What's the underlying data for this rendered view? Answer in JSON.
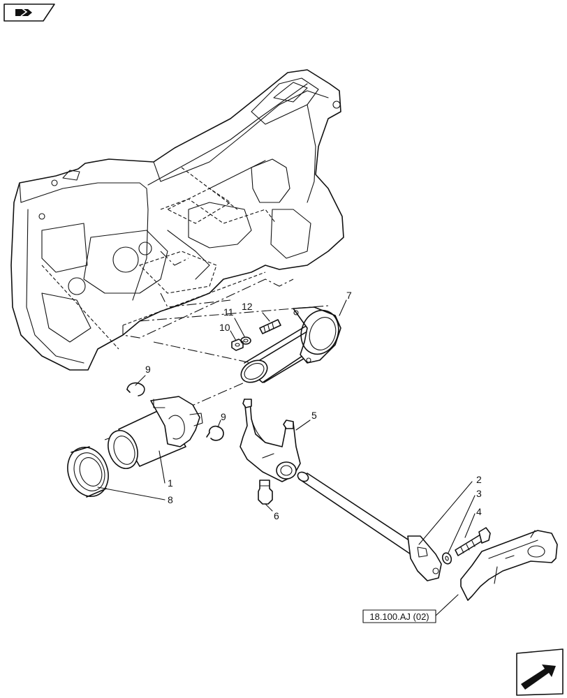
{
  "callouts": [
    {
      "id": "1",
      "label": "1"
    },
    {
      "id": "2",
      "label": "2"
    },
    {
      "id": "3",
      "label": "3"
    },
    {
      "id": "4",
      "label": "4"
    },
    {
      "id": "5",
      "label": "5"
    },
    {
      "id": "6",
      "label": "6"
    },
    {
      "id": "7",
      "label": "7"
    },
    {
      "id": "8",
      "label": "8"
    },
    {
      "id": "9a",
      "label": "9"
    },
    {
      "id": "9b",
      "label": "9"
    },
    {
      "id": "10",
      "label": "10"
    },
    {
      "id": "11",
      "label": "11"
    },
    {
      "id": "12",
      "label": "12"
    }
  ],
  "reference": {
    "label": "18.100.AJ (02)"
  },
  "icons": {
    "top_left": "book-arrow-icon",
    "bottom_right": "next-page-arrow-icon"
  }
}
